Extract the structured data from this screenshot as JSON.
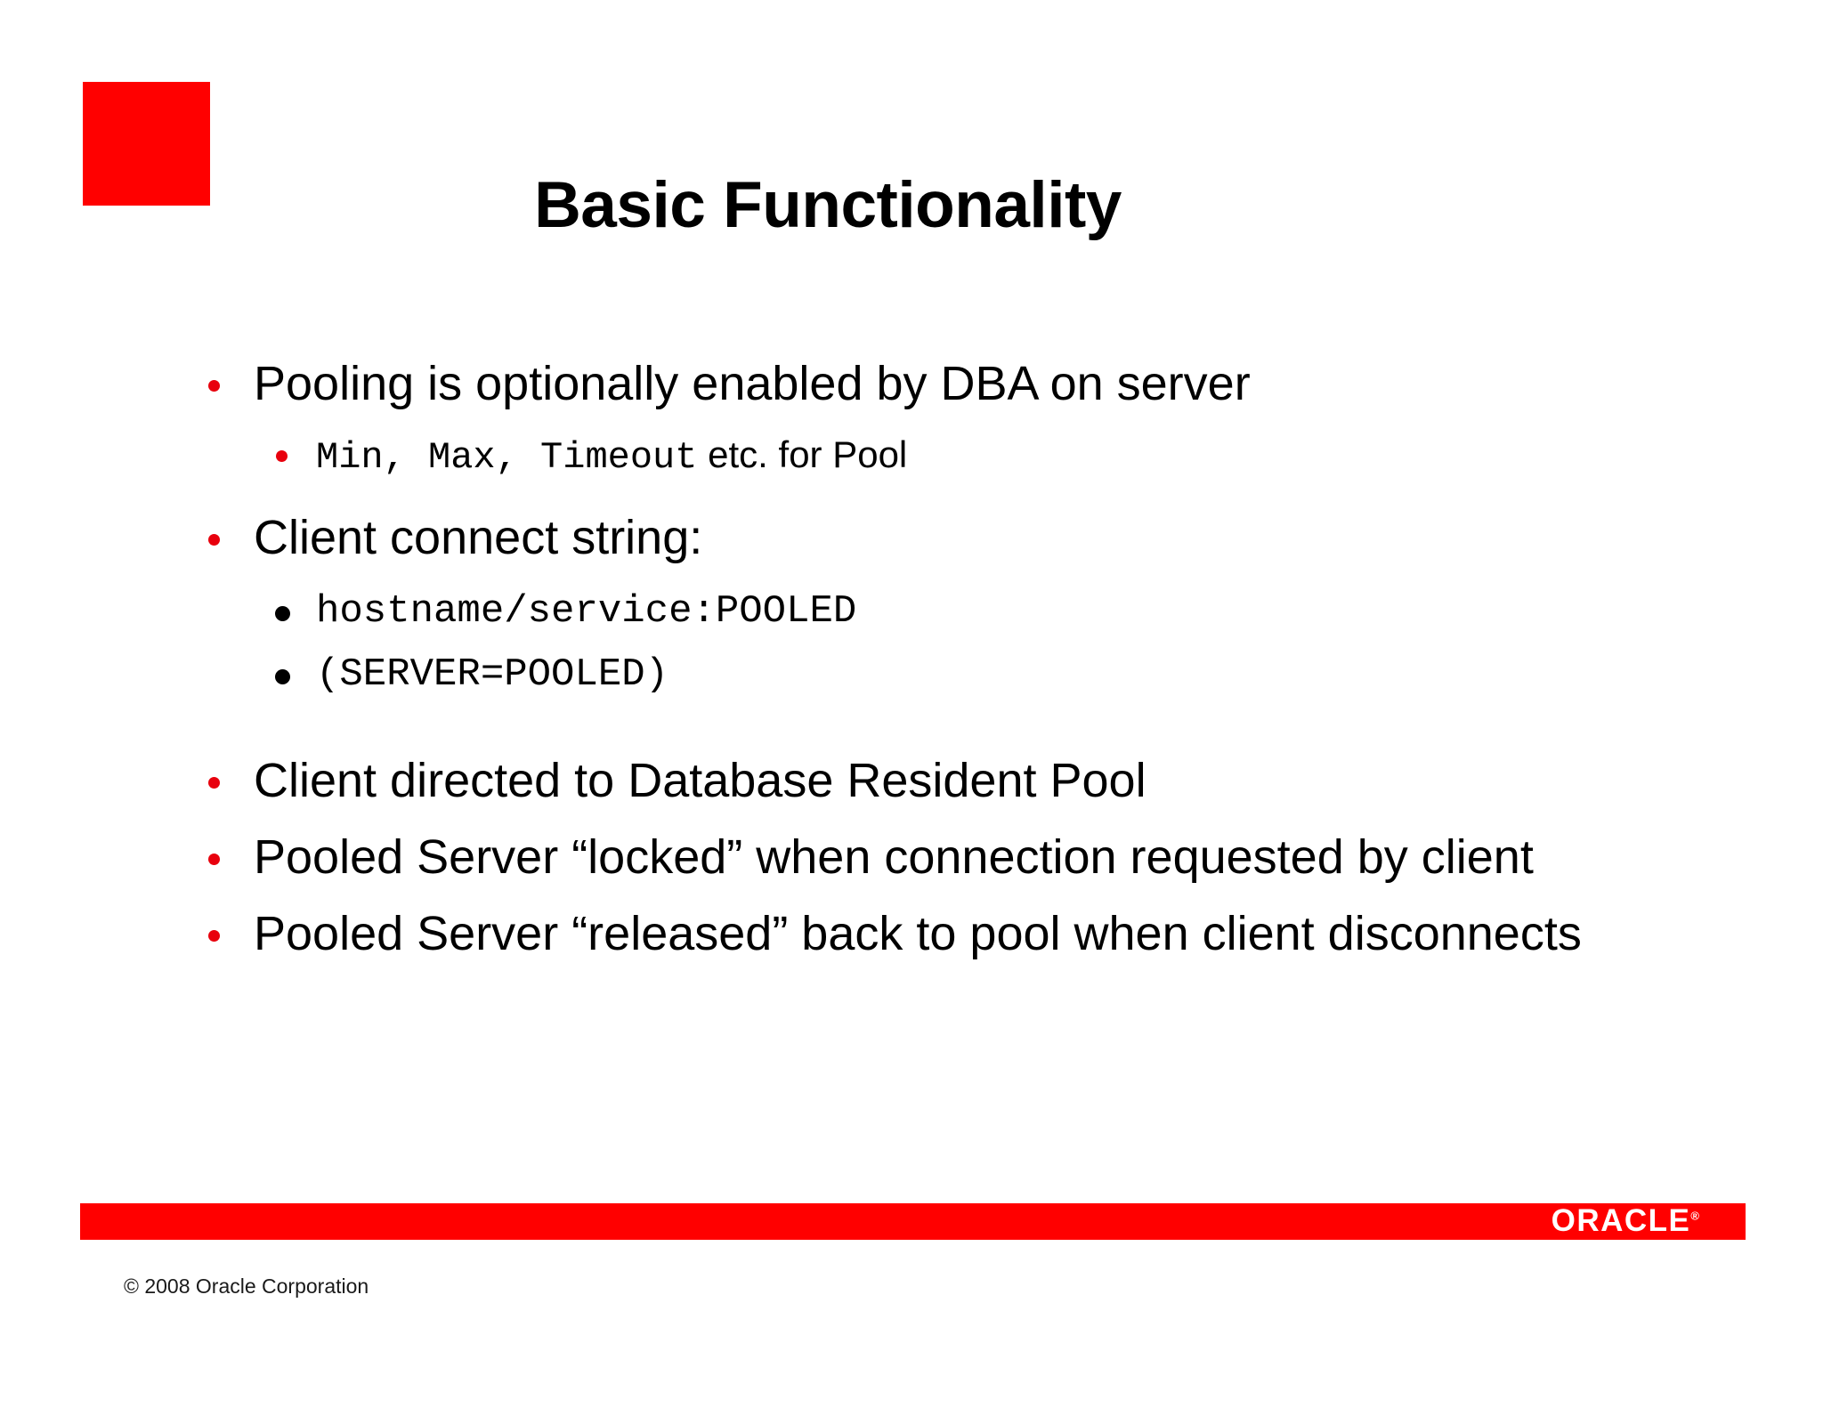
{
  "slide": {
    "title": "Basic Functionality",
    "brand_square_color": "#ff0000",
    "accent_color": "#e8000d",
    "bar_color": "#ff0000"
  },
  "content": {
    "groups": [
      {
        "bullet": "Pooling is optionally enabled by DBA on server",
        "sub": [
          {
            "mono_part": "Min, Max, Timeout",
            "text_part": " etc. for Pool",
            "bullet_color": "#e8000d"
          }
        ]
      },
      {
        "bullet": "Client connect string:",
        "sub": [
          {
            "mono_text": "hostname/service:POOLED",
            "bullet_color": "#000000"
          },
          {
            "mono_text": "(SERVER=POOLED)",
            "bullet_color": "#000000"
          }
        ]
      },
      {
        "bullet": "Client directed to Database Resident Pool",
        "sub": []
      },
      {
        "bullet": "Pooled Server “locked” when connection requested by client",
        "sub": []
      },
      {
        "bullet": "Pooled Server “released” back to pool when client disconnects",
        "sub": []
      }
    ]
  },
  "footer": {
    "logo_text": "ORACLE",
    "logo_tm": "®",
    "copyright": "© 2008 Oracle Corporation"
  }
}
